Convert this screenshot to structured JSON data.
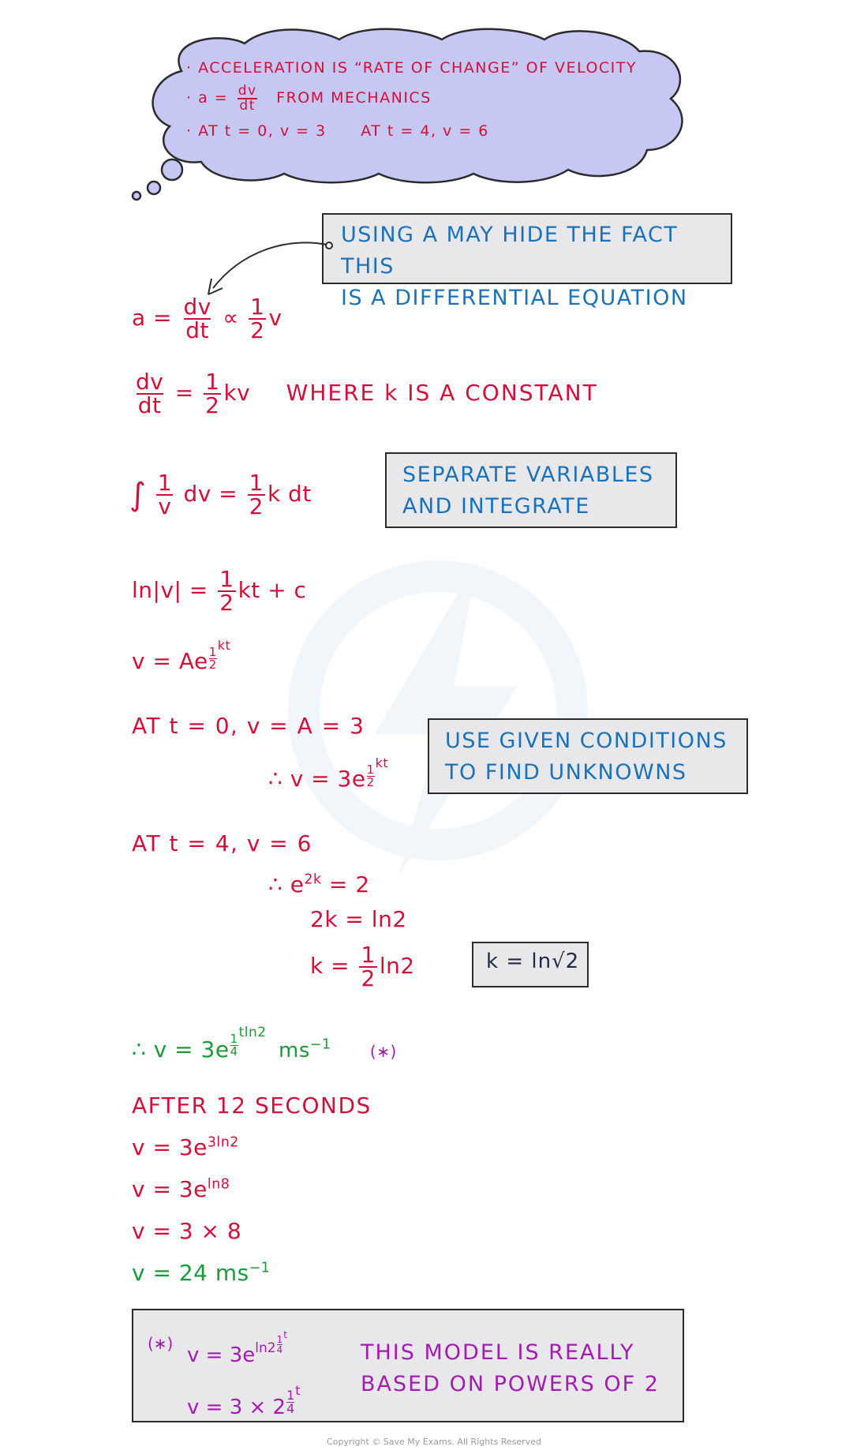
{
  "bubble": {
    "line1": "· ACCELERATION IS “RATE OF CHANGE” OF VELOCITY",
    "line2_lead": "· a =",
    "line2_num": "dv",
    "line2_den": "dt",
    "line2_tail": "FROM MECHANICS",
    "line3_a": "· AT t = 0, v = 3",
    "line3_b": "AT t = 4, v = 6"
  },
  "notes": {
    "note1_line1": "USING A MAY HIDE THE FACT THIS",
    "note1_line2": "IS A DIFFERENTIAL EQUATION",
    "note2_line1": "SEPARATE VARIABLES",
    "note2_line2": "AND INTEGRATE",
    "note3_line1": "USE GIVEN CONDITIONS",
    "note3_line2": "TO FIND UNKNOWNS",
    "note4": "k = ln√2"
  },
  "steps": {
    "s1_lead": "a =",
    "s1_num": "dv",
    "s1_den": "dt",
    "s1_prop": "∝",
    "s1_fnum": "1",
    "s1_fden": "2",
    "s1_tail": "v",
    "s2_num": "dv",
    "s2_den": "dt",
    "s2_eq": "=",
    "s2_fnum": "1",
    "s2_fden": "2",
    "s2_tail": "kv",
    "s2_where": "WHERE k IS A CONSTANT",
    "s3_int": "∫",
    "s3_fnum": "1",
    "s3_fden": "v",
    "s3_mid": "dv =",
    "s3_gnum": "1",
    "s3_gden": "2",
    "s3_tail": "k dt",
    "s4_lead": "ln|v| =",
    "s4_num": "1",
    "s4_den": "2",
    "s4_tail": "kt + c",
    "s5_lead": "v = Ae",
    "s5_exp_num": "1",
    "s5_exp_den": "2",
    "s5_exp_tail": "kt",
    "s6_lead": "AT  t = 0,  v = A = 3",
    "s7_lead": "∴  v = 3e",
    "s7_exp_num": "1",
    "s7_exp_den": "2",
    "s7_exp_tail": "kt",
    "s8_lead": "AT  t = 4,  v = 6",
    "s9_lead": "∴  e",
    "s9_exp": "2k",
    "s9_tail": " = 2",
    "s10": "2k = ln2",
    "s11_lead": "k =",
    "s11_num": "1",
    "s11_den": "2",
    "s11_tail": "ln2",
    "s12_lead": "∴  v = 3e",
    "s12_exp_num": "1",
    "s12_exp_den": "4",
    "s12_exp_tail": "tln2",
    "s12_unit": "ms",
    "s12_unit_exp": "−1",
    "s12_star": "(∗)",
    "s13": "AFTER 12 SECONDS",
    "s14_lead": "v = 3e",
    "s14_exp": "3ln2",
    "s15_lead": "v = 3e",
    "s15_exp": "ln8",
    "s16": "v = 3 × 8",
    "s17_lead": "v = 24 ms",
    "s17_exp": "−1"
  },
  "final_box": {
    "star": "(∗)",
    "eq1_lead": "v = 3e",
    "eq1_exp_lead": "ln2",
    "eq1_exp_num": "1",
    "eq1_exp_den": "4",
    "eq1_exp_tail": "t",
    "eq2_lead": "v = 3 × 2",
    "eq2_exp_num": "1",
    "eq2_exp_den": "4",
    "eq2_exp_tail": "t",
    "text1": "THIS MODEL IS REALLY",
    "text2": "BASED ON POWERS OF 2"
  },
  "footer": "Copyright © Save My Exams. All Rights Reserved"
}
